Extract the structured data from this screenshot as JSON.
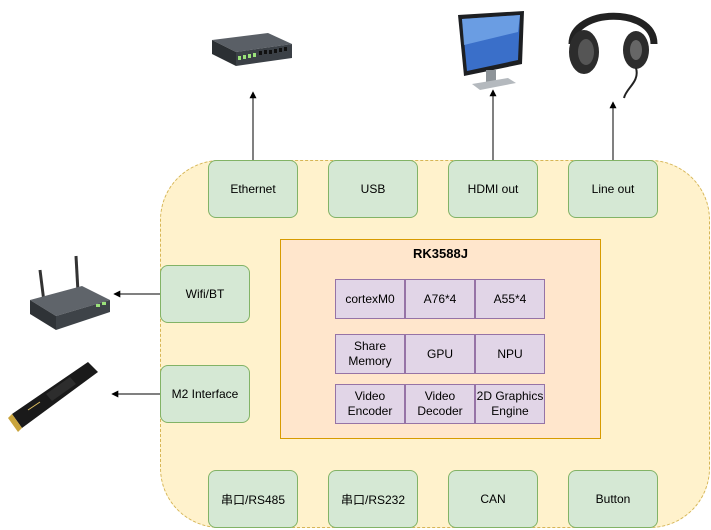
{
  "ports_top": [
    "Ethernet",
    "USB",
    "HDMI out",
    "Line out"
  ],
  "ports_left": [
    "Wifi/BT",
    "M2 Interface"
  ],
  "ports_bottom": [
    "串口/RS485",
    "串口/RS232",
    "CAN",
    "Button"
  ],
  "soc": {
    "title": "RK3588J",
    "rows": [
      [
        "cortexM0",
        "A76*4",
        "A55*4"
      ],
      [
        "Share\nMemory",
        "GPU",
        "NPU"
      ],
      [
        "Video\nEncoder",
        "Video\nDecoder",
        "2D Graphics\nEngine"
      ]
    ]
  },
  "devices": [
    "network-switch-icon",
    "monitor-icon",
    "headphones-icon",
    "router-icon",
    "ssd-icon"
  ],
  "colors": {
    "board_fill": "#fff2cc",
    "board_stroke": "#d6b656",
    "port_fill": "#d5e8d4",
    "port_stroke": "#82b366",
    "soc_fill": "#ffe6cc",
    "soc_stroke": "#d79b00",
    "block_fill": "#e1d5e7",
    "block_stroke": "#9673a6"
  }
}
